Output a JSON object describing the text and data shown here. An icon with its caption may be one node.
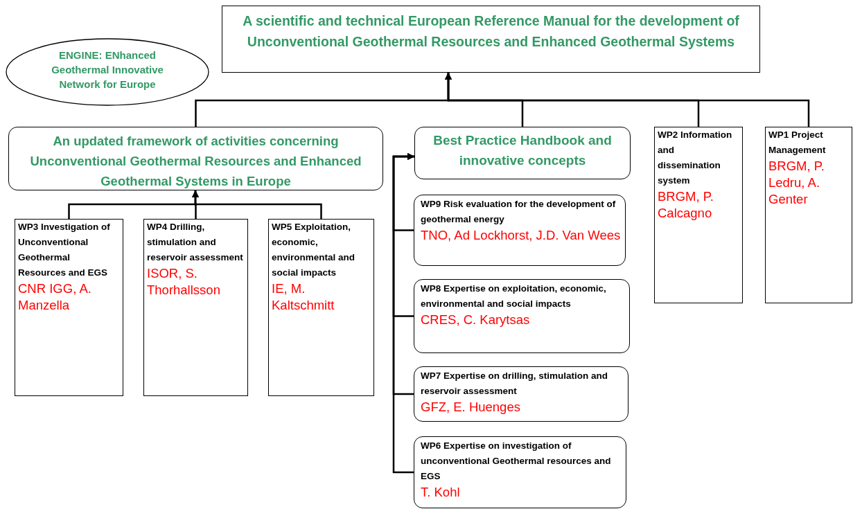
{
  "diagram": {
    "nodes": [
      {
        "text": [
          "ENGINE: ENhanced Geothermal Innovative Network for Europe"
        ]
      },
      {
        "text": [
          "A scientific and technical European Reference Manual for the development of Unconventional Geothermal Resources and Enhanced Geothermal Systems"
        ]
      },
      {
        "text": [
          "An updated framework of activities concerning Unconventional Geothermal Resources and Enhanced Geothermal Systems in Europe"
        ]
      },
      {
        "text": [
          "Best Practice Handbook and innovative concepts"
        ]
      },
      {
        "text": [
          "WP2 Information and dissemination system",
          "BRGM, P. Calcagno"
        ]
      },
      {
        "text": [
          "WP1 Project Management",
          "BRGM, P. Ledru, A. Genter"
        ]
      },
      {
        "text": [
          "WP3 Investigation of Unconventional Geothermal Resources and EGS",
          "CNR IGG, A. Manzella"
        ]
      },
      {
        "text": [
          "WP4 Drilling, stimulation and reservoir assessment",
          "ISOR, S. Thorhallsson"
        ]
      },
      {
        "text": [
          "WP5 Exploitation, economic, environmental and social impacts",
          "IE, M. Kaltschmitt"
        ]
      },
      {
        "text": [
          "WP9 Risk evaluation for the development of geothermal energy",
          "TNO, Ad Lockhorst, J.D. Van Wees"
        ]
      },
      {
        "text": [
          "WP8 Expertise on exploitation, economic, environmental and social impacts",
          "CRES, C. Karytsas"
        ]
      },
      {
        "text": [
          "WP7 Expertise on drilling, stimulation and reservoir assessment",
          "GFZ, E. Huenges"
        ]
      },
      {
        "text": [
          "WP6 Expertise on investigation of unconventional Geothermal resources and EGS",
          "T. Kohl"
        ]
      }
    ],
    "edges": [
      {
        "from": 2,
        "to": 1,
        "arrow": "to"
      },
      {
        "from": 3,
        "to": 1,
        "arrow": "to"
      },
      {
        "from": 4,
        "to": 1,
        "arrow": "to"
      },
      {
        "from": 5,
        "to": 1,
        "arrow": "to"
      },
      {
        "from": 6,
        "to": 2,
        "arrow": "to"
      },
      {
        "from": 7,
        "to": 2,
        "arrow": "to"
      },
      {
        "from": 8,
        "to": 2,
        "arrow": "to"
      },
      {
        "from": 9,
        "to": 3,
        "arrow": "to"
      },
      {
        "from": 10,
        "to": 3,
        "arrow": "to"
      },
      {
        "from": 11,
        "to": 3,
        "arrow": "to"
      },
      {
        "from": 12,
        "to": 3,
        "arrow": "to"
      }
    ]
  }
}
